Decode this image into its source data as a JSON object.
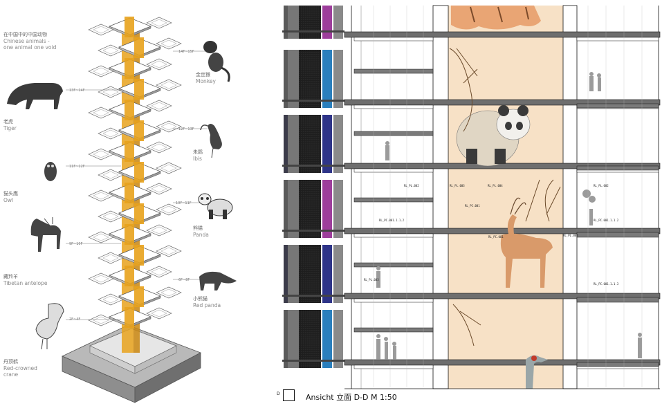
{
  "left_diagram": {
    "intro": {
      "cn": "在中国中的中国动物",
      "en1": "Chinese animals -",
      "en2": "one animal one void"
    },
    "animals": [
      {
        "key": "monkey",
        "cn": "金丝猴",
        "en": "Monkey",
        "ratio": "14F~15F"
      },
      {
        "key": "tiger",
        "cn": "老虎",
        "en": "Tiger",
        "ratio": "13F~14F"
      },
      {
        "key": "ibis",
        "cn": "朱鹮",
        "en": "Ibis",
        "ratio": "12F~13F"
      },
      {
        "key": "owl",
        "cn": "猫头鹰",
        "en": "Owl",
        "ratio": "11F~12F"
      },
      {
        "key": "panda",
        "cn": "熊猫",
        "en": "Panda",
        "ratio": "10F~11F"
      },
      {
        "key": "antelope",
        "cn": "藏羚羊",
        "en": "Tibetan antelope",
        "ratio": "9F~10F"
      },
      {
        "key": "red-panda",
        "cn": "小熊猫",
        "en": "Red panda",
        "ratio": "6F~8F"
      },
      {
        "key": "crane",
        "cn": "丹顶鹤",
        "en1": "Red-crowned",
        "en2": "crane",
        "ratio": "2F~4F"
      }
    ]
  },
  "section": {
    "caption_marker": "D",
    "caption": "Ansicht  立面  D-D  M 1:50",
    "tags": [
      "RL_PL.002",
      "RL_PL.003",
      "RL_PL.004",
      "RL_PL.002",
      "RL_PC.001",
      "RL_PC.001",
      "RL_PC.001.1.1.2",
      "RL_PC.001.1.1.2",
      "RL_PL.002",
      "RL_PC.001.1.1.3",
      "RL_PL.003"
    ]
  },
  "colors": {
    "accent_orange": "#e8a21c",
    "wall": "#f7e1c6",
    "tiger": "#e9a574",
    "mullion_magenta": "#9d3e9b",
    "mullion_blue": "#2a7fbd",
    "mullion_navy": "#2e3488"
  }
}
